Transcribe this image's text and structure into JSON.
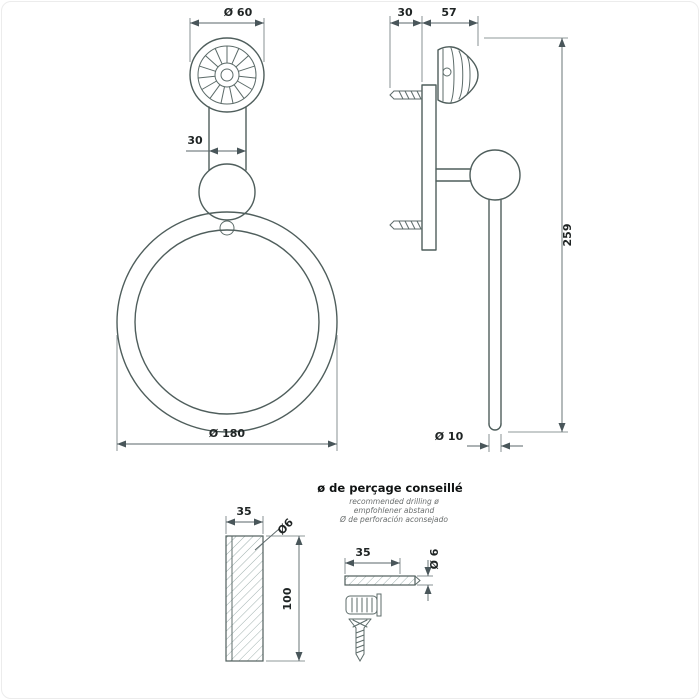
{
  "front_view": {
    "dim_diameter_top": "Ø 60",
    "dim_stem_width": "30",
    "dim_ring_diameter": "Ø 180"
  },
  "side_view": {
    "dim_depth_a": "30",
    "dim_depth_b": "57",
    "dim_total_height": "259",
    "dim_bar_diameter": "Ø 10"
  },
  "drill_note": {
    "title": "ø de perçage conseillé",
    "translations": [
      "recommended drilling ø",
      "empfohlener abstand",
      "Ø de perforación aconsejado"
    ]
  },
  "wall_detail": {
    "dim_depth": "35",
    "dim_hole_diameter": "Ø6",
    "dim_height": "100"
  },
  "fixing_detail": {
    "dim_length": "35",
    "dim_diameter": "Ø 6"
  },
  "colors": {
    "line": "#4f5e5c",
    "dimension": "#5a6668"
  }
}
